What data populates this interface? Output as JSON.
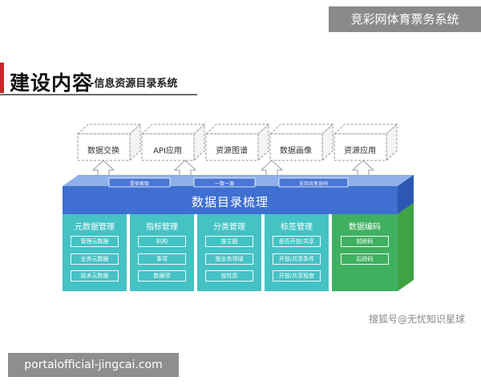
{
  "top_banner": "竞彩网体育票务系统",
  "title": {
    "main": "建设内容",
    "sub": "-信息资源目录系统"
  },
  "top_boxes": [
    "数据交换",
    "API应用",
    "资源图谱",
    "数据画像",
    "资源应用"
  ],
  "arrow_labels": [
    "提供索取",
    "一数一源",
    "支持共享协同"
  ],
  "band_title": "数据目录梳理",
  "columns": [
    {
      "title": "元数据管理",
      "items": [
        "管理元数据",
        "业务元数据",
        "技术元数据"
      ]
    },
    {
      "title": "指标管理",
      "items": [
        "机构",
        "事项",
        "数据项"
      ]
    },
    {
      "title": "分类管理",
      "items": [
        "按主题",
        "按业务领域",
        "按性质"
      ]
    },
    {
      "title": "标签管理",
      "items": [
        "是否开放/共享",
        "开放/共享条件",
        "开放/共享程度"
      ]
    },
    {
      "title": "数据编码",
      "items": [
        "前段码",
        "后段码"
      ]
    }
  ],
  "watermark": "搜狐号@无忧知识星球",
  "bottom_banner": "portalofficial-jingcai.com",
  "colors": {
    "band": "#3f6fd0",
    "band_top": "#8fb0ea",
    "col_cyan": "#45c2c4",
    "col_green": "#3fb060",
    "green_side": "#3da343",
    "banner_gray": "#8a8a8a"
  }
}
